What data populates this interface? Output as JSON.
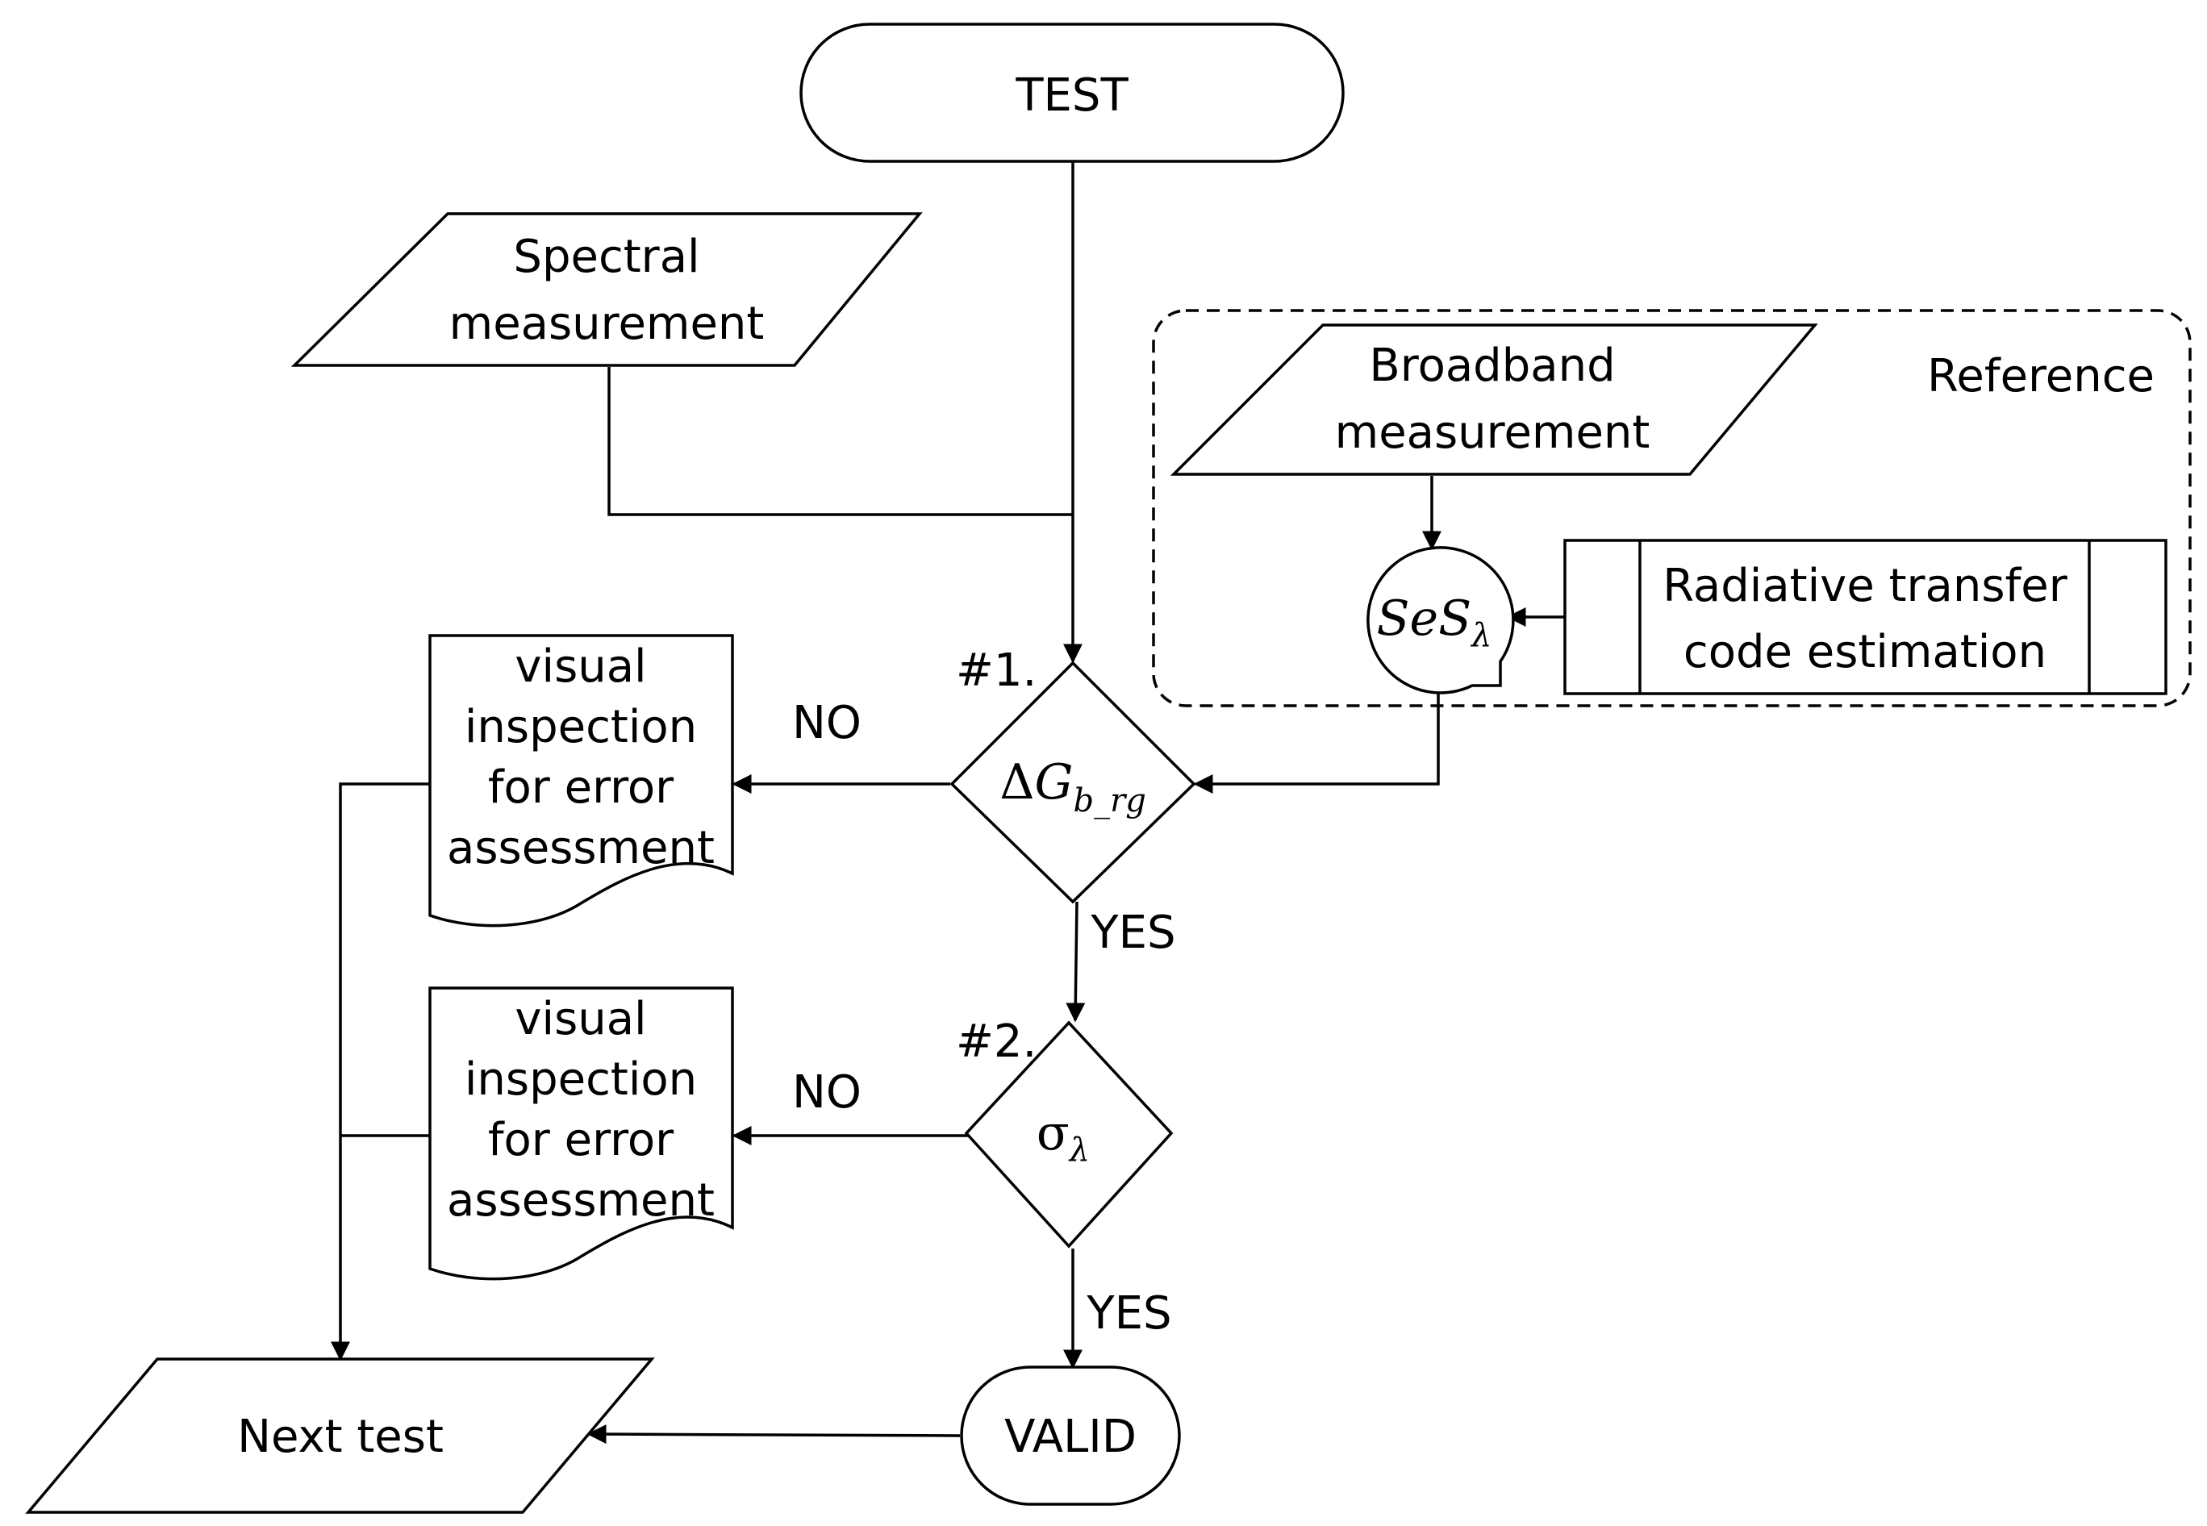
{
  "nodes": {
    "test": "TEST",
    "spectral": [
      "Spectral",
      "measurement"
    ],
    "reference": "Reference",
    "broadband": [
      "Broadband",
      "measurement"
    ],
    "ses": {
      "main": "SeS",
      "sub": "λ"
    },
    "radiative": [
      "Radiative transfer",
      "code estimation"
    ],
    "check1": {
      "step": "#1.",
      "delta": "Δ",
      "main": "G",
      "sub": "b_rg"
    },
    "check2": {
      "step": "#2.",
      "main": "σ",
      "sub": "λ"
    },
    "visual1": [
      "visual",
      "inspection",
      "for error",
      "assessment"
    ],
    "visual2": [
      "visual",
      "inspection",
      "for error",
      "assessment"
    ],
    "valid": "VALID",
    "next": "Next test"
  },
  "edges": {
    "no1": "NO",
    "yes1": "YES",
    "no2": "NO",
    "yes2": "YES"
  }
}
